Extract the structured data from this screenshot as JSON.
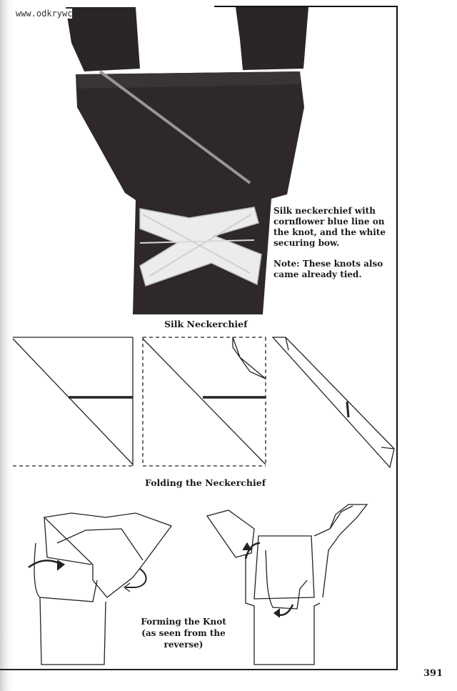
{
  "watermark": "www.odkrywc",
  "captions": {
    "side_description": "Silk neckerchief with cornflower blue line on the knot, and the white securing bow.",
    "note": "Note: These knots also came already tied.",
    "silk_title": "Silk Neckerchief",
    "folding_title": "Folding the Neckerchief",
    "knot_title_line1": "Forming the Knot",
    "knot_title_line2": "(as seen from the reverse)"
  },
  "page_number": "391",
  "illustrations": {
    "photo": "neckerchief-photo",
    "fold_steps": [
      "fold-step-1",
      "fold-step-2",
      "fold-step-3"
    ],
    "knot_steps": [
      "knot-step-1",
      "knot-step-2"
    ]
  }
}
